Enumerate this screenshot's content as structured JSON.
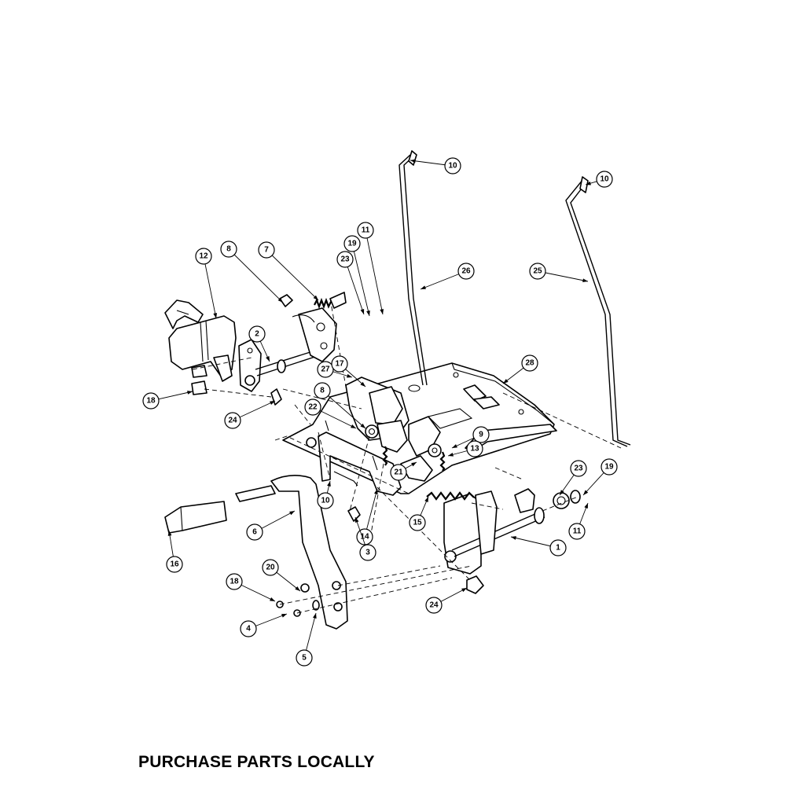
{
  "footer": {
    "text": "PURCHASE PARTS LOCALLY"
  },
  "callouts": [
    "10",
    "10",
    "11",
    "19",
    "23",
    "26",
    "25",
    "12",
    "8",
    "7",
    "2",
    "27",
    "17",
    "28",
    "18",
    "24",
    "8",
    "22",
    "9",
    "13",
    "21",
    "15",
    "10",
    "14",
    "6",
    "3",
    "16",
    "23",
    "19",
    "11",
    "1",
    "20",
    "18",
    "4",
    "5",
    "24"
  ]
}
